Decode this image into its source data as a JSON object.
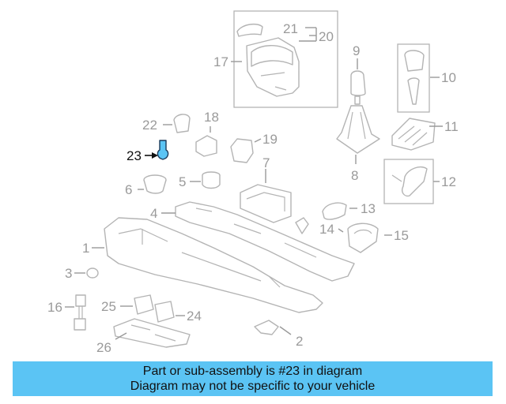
{
  "banner": {
    "line1": "Part or sub-assembly is #23 in diagram",
    "line2": "Diagram may not be specific to your vehicle"
  },
  "highlight": {
    "part_number": "23",
    "color": "#5bc4f4"
  },
  "callouts": [
    "1",
    "2",
    "3",
    "4",
    "5",
    "6",
    "7",
    "8",
    "9",
    "10",
    "11",
    "12",
    "13",
    "14",
    "15",
    "16",
    "17",
    "18",
    "19",
    "20",
    "21",
    "22",
    "23",
    "24",
    "25",
    "26"
  ]
}
